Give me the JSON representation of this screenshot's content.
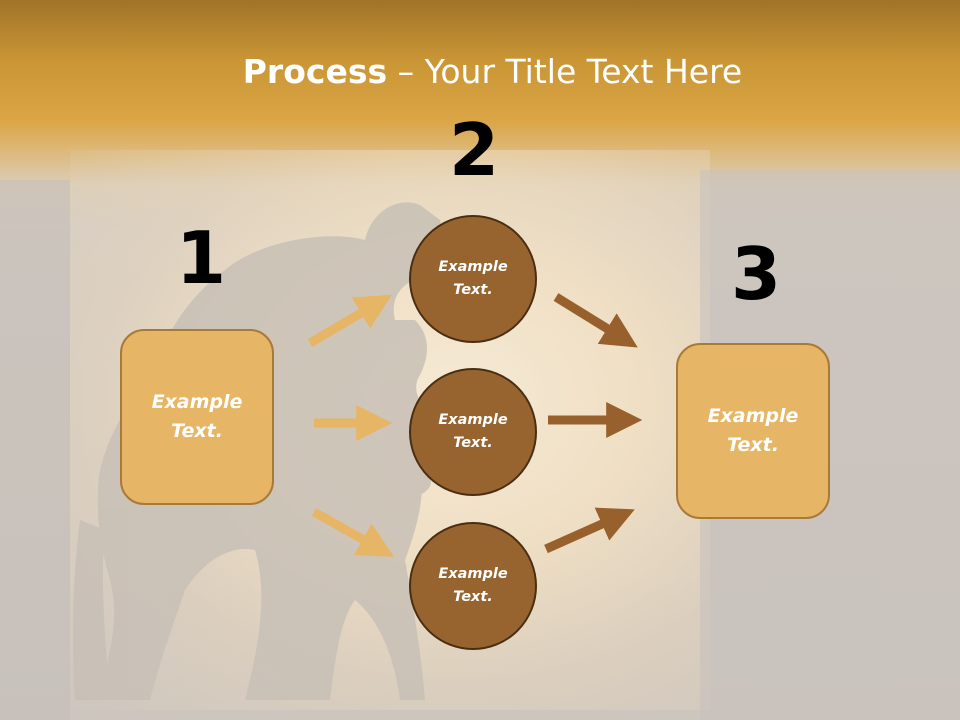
{
  "slide": {
    "title_bold": "Process",
    "title_rest": " – Your Title Text Here",
    "steps": [
      {
        "number": "1",
        "box_text": "Example\nText."
      },
      {
        "number": "2",
        "circles": [
          "Example\nText.",
          "Example\nText.",
          "Example\nText."
        ]
      },
      {
        "number": "3",
        "box_text": "Example\nText."
      }
    ]
  },
  "colors": {
    "header": "#dba545",
    "box_fill": "#e6b565",
    "circle_fill": "#976430",
    "arrow_light": "#e6b565",
    "arrow_dark": "#97602c",
    "number_color": "#000000"
  },
  "icons": {
    "background": "silhouette-person-bent-over"
  }
}
